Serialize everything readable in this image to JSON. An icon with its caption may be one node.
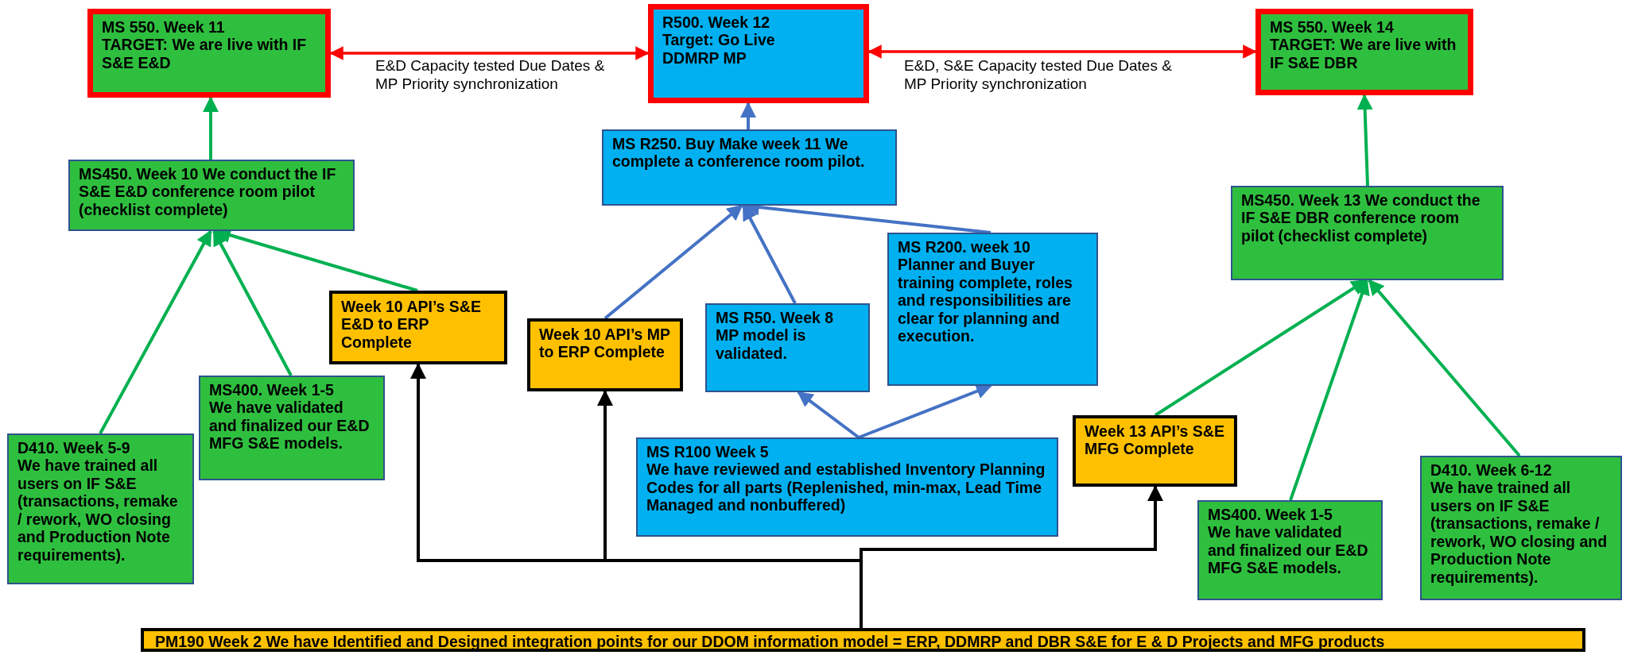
{
  "diagram": {
    "nodes": [
      {
        "text": [
          "MS 550. Week 11",
          "TARGET: We are live with IF S&E E&D"
        ]
      },
      {
        "text": [
          "R500. Week 12",
          "Target: Go Live",
          "DDMRP MP"
        ]
      },
      {
        "text": [
          "MS 550. Week 14",
          "TARGET: We are live with IF S&E DBR"
        ]
      },
      {
        "text": [
          "MS450. Week 10 We conduct the IF S&E E&D conference room pilot (checklist complete)"
        ]
      },
      {
        "text": [
          "MS R250. Buy Make week 11 We complete a conference room pilot."
        ]
      },
      {
        "text": [
          "MS R200. week 10 Planner and Buyer training complete, roles and responsibilities are clear for planning and execution."
        ]
      },
      {
        "text": [
          "MS450. Week 13 We conduct the IF S&E DBR conference room pilot (checklist complete)"
        ]
      },
      {
        "text": [
          "Week 10 API’s S&E E&D to ERP Complete"
        ]
      },
      {
        "text": [
          "Week 10 API’s MP to ERP Complete"
        ]
      },
      {
        "text": [
          "MS R50. Week 8 MP model is validated."
        ]
      },
      {
        "text": [
          "D410. Week 5-9",
          "We have trained all users on IF S&E (transactions, remake / rework, WO closing and Production Note requirements)."
        ]
      },
      {
        "text": [
          "MS400. Week 1-5",
          "We have validated and finalized our E&D MFG S&E models."
        ]
      },
      {
        "text": [
          "MS R100 Week 5",
          "We have reviewed and established Inventory Planning Codes for all parts (Replenished, min-max, Lead Time Managed and nonbuffered)"
        ]
      },
      {
        "text": [
          "Week 13 API’s S&E MFG Complete"
        ]
      },
      {
        "text": [
          "MS400. Week 1-5",
          "We have validated and finalized our E&D MFG S&E models."
        ]
      },
      {
        "text": [
          "D410. Week 6-12",
          "We have trained all users on IF S&E (transactions, remake / rework, WO closing and Production Note requirements)."
        ]
      },
      {
        "text": [
          "PM190 Week 2 We have Identified and Designed integration points for our DDOM information model = ERP, DDMRP and DBR S&E for E & D Projects and MFG products"
        ]
      }
    ],
    "edges": [
      {
        "from": 0,
        "to": 1,
        "arrow": "both",
        "label": "E&D Capacity tested Due Dates & MP Priority synchronization",
        "color": "#ff0000"
      },
      {
        "from": 1,
        "to": 2,
        "arrow": "both",
        "label": "E&D, S&E Capacity tested Due Dates & MP Priority synchronization",
        "color": "#ff0000"
      },
      {
        "from": 3,
        "to": 0,
        "arrow": "to"
      },
      {
        "from": 4,
        "to": 1,
        "arrow": "to",
        "color": "#4472c4"
      },
      {
        "from": 6,
        "to": 2,
        "arrow": "to"
      },
      {
        "from": 10,
        "to": 3,
        "arrow": "to"
      },
      {
        "from": 11,
        "to": 3,
        "arrow": "to"
      },
      {
        "from": 7,
        "to": 3,
        "arrow": "to"
      },
      {
        "from": 8,
        "to": 4,
        "arrow": "to",
        "color": "#4472c4"
      },
      {
        "from": 9,
        "to": 4,
        "arrow": "to",
        "color": "#4472c4"
      },
      {
        "from": 5,
        "to": 4,
        "arrow": "to",
        "color": "#4472c4"
      },
      {
        "from": 12,
        "to": 9,
        "arrow": "to",
        "color": "#4472c4"
      },
      {
        "from": 12,
        "to": 5,
        "arrow": "to",
        "color": "#4472c4"
      },
      {
        "from": 16,
        "to": 7,
        "arrow": "to",
        "color": "#000000"
      },
      {
        "from": 16,
        "to": 8,
        "arrow": "to",
        "color": "#000000"
      },
      {
        "from": 16,
        "to": 13,
        "arrow": "to",
        "color": "#000000"
      },
      {
        "from": 13,
        "to": 6,
        "arrow": "to"
      },
      {
        "from": 14,
        "to": 6,
        "arrow": "to"
      },
      {
        "from": 15,
        "to": 6,
        "arrow": "to"
      }
    ]
  }
}
